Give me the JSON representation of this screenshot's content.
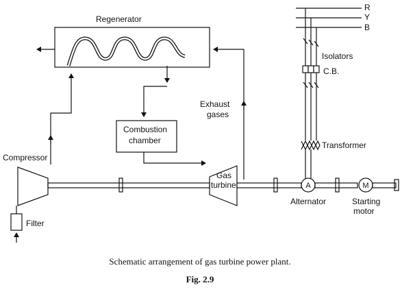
{
  "labels": {
    "regenerator": "Regenerator",
    "compressor": "Compressor",
    "filter": "Filter",
    "combustion_line1": "Combustion",
    "combustion_line2": "chamber",
    "gas_line1": "Gas",
    "gas_line2": "turbine",
    "exhaust_line1": "Exhaust",
    "exhaust_line2": "gases",
    "isolators": "Isolators",
    "cb": "C.B.",
    "transformer": "Transformer",
    "alternator": "Alternator",
    "starting_line1": "Starting",
    "starting_line2": "motor",
    "alternator_symbol": "A",
    "motor_symbol": "M",
    "phase_r": "R",
    "phase_y": "Y",
    "phase_b": "B"
  },
  "caption": {
    "text": "Schematic arrangement of gas turbine power plant.",
    "figure": "Fig. 2.9"
  },
  "colors": {
    "ink": "#111111",
    "background": "#ffffff"
  }
}
